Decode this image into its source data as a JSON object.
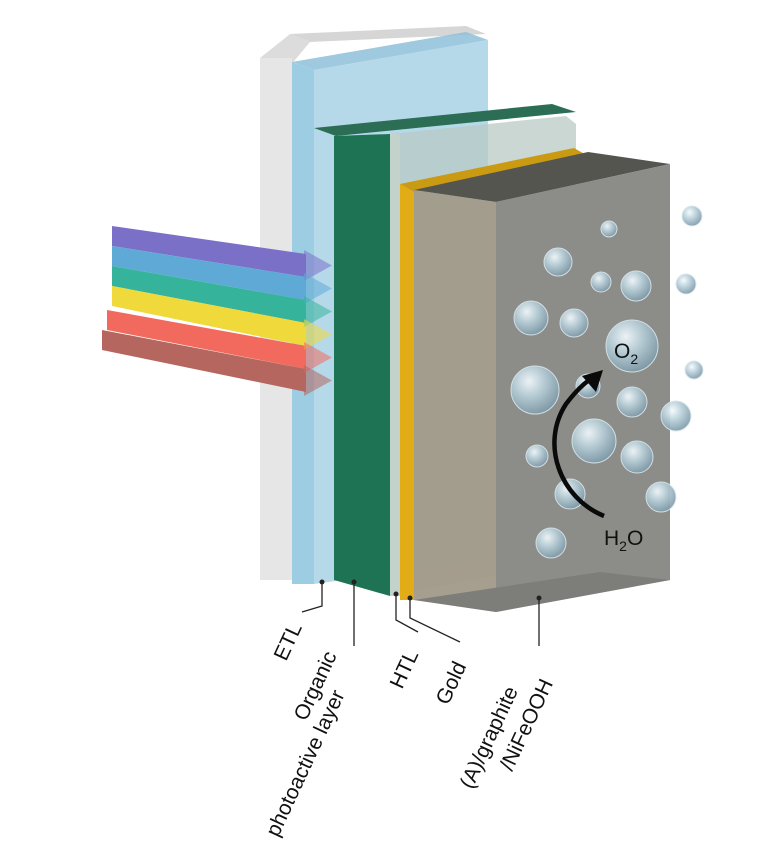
{
  "diagram": {
    "labels": {
      "etl": "ETL",
      "organic_line1": "Organic",
      "organic_line2": "photoactive layer",
      "htl": "HTL",
      "gold": "Gold",
      "anode_line1": "(A)/graphite",
      "anode_line2": "/NiFeOOH"
    },
    "species": {
      "oxygen": {
        "symbol": "O",
        "subscript": "2"
      },
      "water": {
        "symbol_h": "H",
        "subscript": "2",
        "symbol_o": "O"
      }
    },
    "spectrum_colors": [
      "#7b70c8",
      "#5ea9d6",
      "#36b49b",
      "#f0d93a",
      "#f26a5e",
      "#b5665e"
    ],
    "layer_colors": {
      "substrate": "#e6e6e6",
      "etl": "#9ccbe2",
      "organic": "#1f7355",
      "htl": "#c5d4c8",
      "gold": "#e2ac16",
      "anode": "#8e8c84"
    }
  }
}
